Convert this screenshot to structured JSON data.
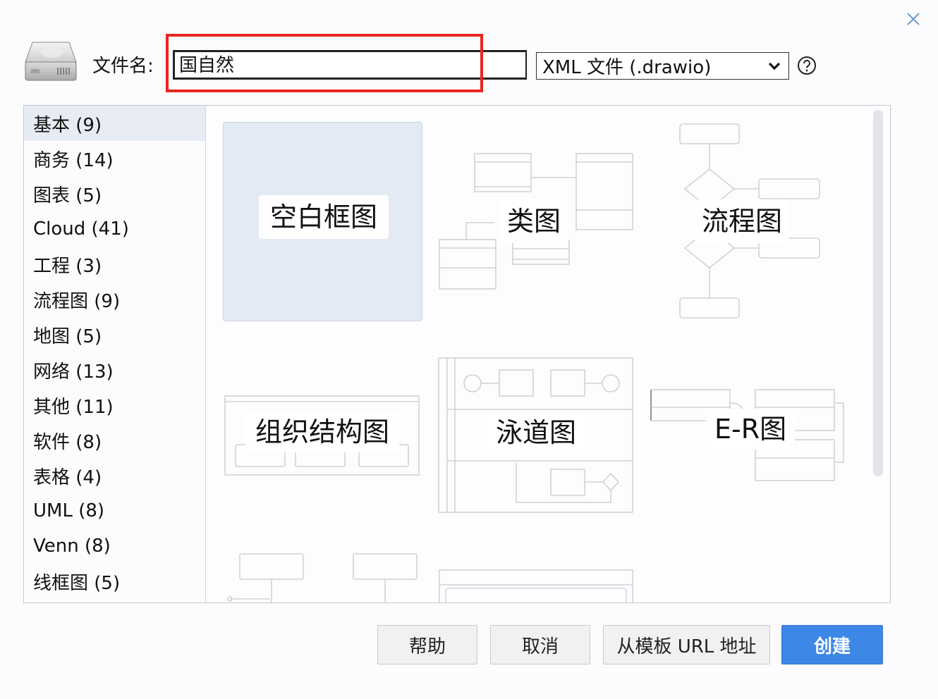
{
  "dialog": {
    "close_icon": "close-icon",
    "drive_icon": "hard-drive-icon",
    "filename_label": "文件名:",
    "filename_value": "国自然",
    "format_select": {
      "selected": "XML 文件 (.drawio)",
      "icon": "chevron-down-icon"
    },
    "help_icon": "help-circle-icon",
    "highlight_color": "#e8261f"
  },
  "sidebar": {
    "items": [
      {
        "label": "基本 (9)",
        "selected": true
      },
      {
        "label": "商务 (14)"
      },
      {
        "label": "图表 (5)"
      },
      {
        "label": "Cloud (41)"
      },
      {
        "label": "工程 (3)"
      },
      {
        "label": "流程图 (9)"
      },
      {
        "label": "地图 (5)"
      },
      {
        "label": "网络 (13)"
      },
      {
        "label": "其他 (11)"
      },
      {
        "label": "软件 (8)"
      },
      {
        "label": "表格 (4)"
      },
      {
        "label": "UML (8)"
      },
      {
        "label": "Venn (8)"
      },
      {
        "label": "线框图 (5)"
      }
    ]
  },
  "templates": [
    {
      "label": "空白框图",
      "selected": true
    },
    {
      "label": "类图"
    },
    {
      "label": "流程图"
    },
    {
      "label": "组织结构图"
    },
    {
      "label": "泳道图"
    },
    {
      "label": "E-R图"
    }
  ],
  "buttons": {
    "help": "帮助",
    "cancel": "取消",
    "from_url": "从模板 URL 地址",
    "create": "创建"
  },
  "colors": {
    "primary": "#3d87e6",
    "selected_bg": "#e6ebf4",
    "blank_card_bg": "#e4eaf4"
  }
}
